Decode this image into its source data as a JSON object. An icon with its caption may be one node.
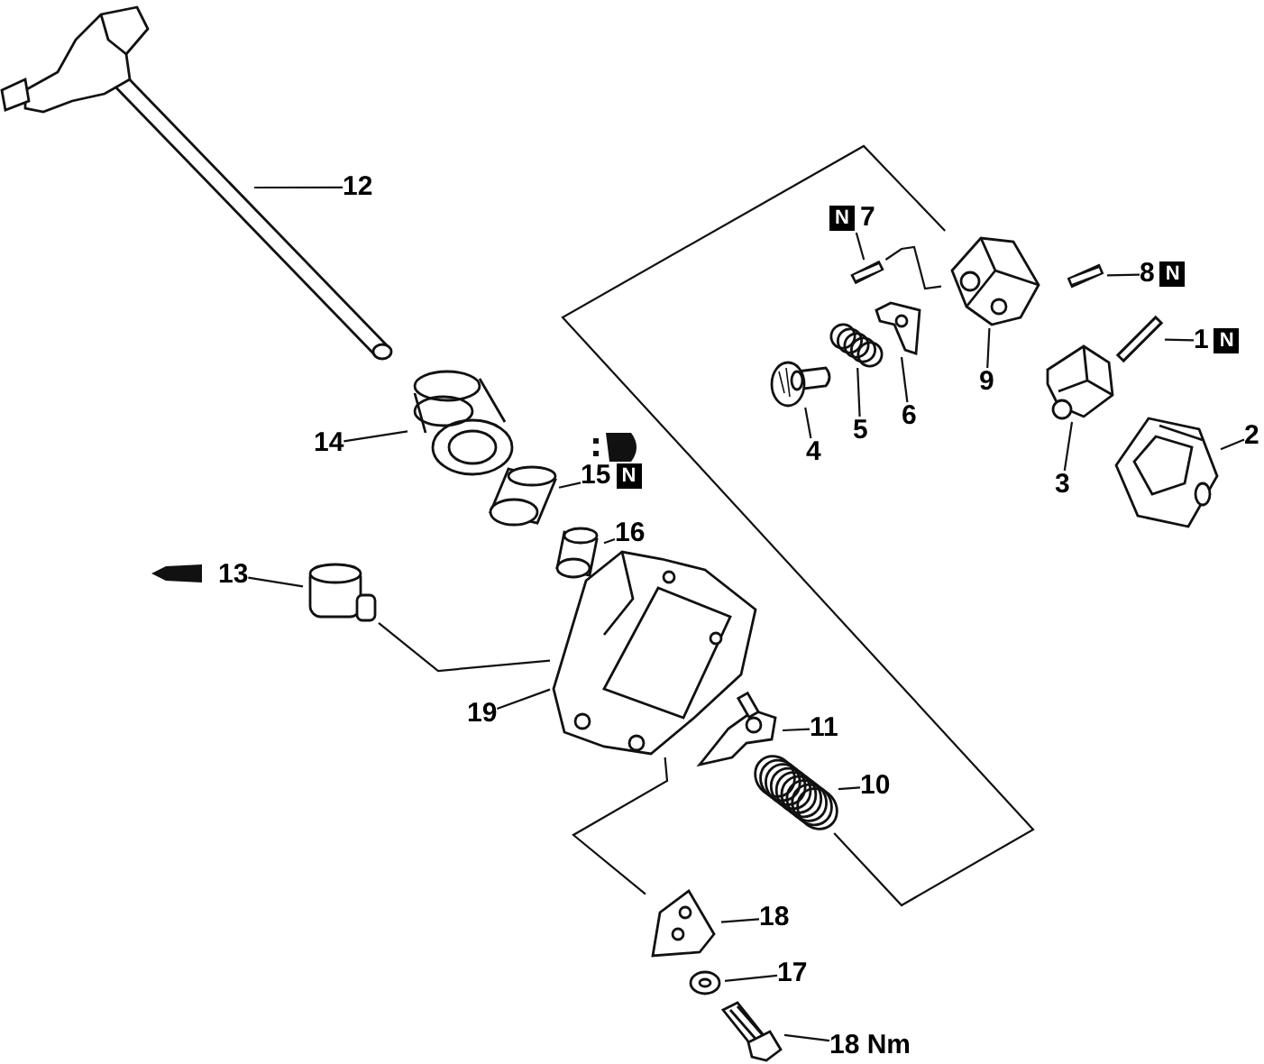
{
  "diagram": {
    "nodes": [
      {
        "text": [
          "12"
        ]
      },
      {
        "text": [
          "N",
          "7"
        ]
      },
      {
        "text": [
          "8",
          "N"
        ]
      },
      {
        "text": [
          "1",
          "N"
        ]
      },
      {
        "text": [
          "9"
        ]
      },
      {
        "text": [
          "6"
        ]
      },
      {
        "text": [
          "5"
        ]
      },
      {
        "text": [
          "4"
        ]
      },
      {
        "text": [
          "2"
        ]
      },
      {
        "text": [
          "3"
        ]
      },
      {
        "text": [
          "14"
        ]
      },
      {
        "text": [
          "15",
          "N"
        ]
      },
      {
        "text": [
          "16"
        ]
      },
      {
        "text": [
          "13"
        ]
      },
      {
        "text": [
          "19"
        ]
      },
      {
        "text": [
          "11"
        ]
      },
      {
        "text": [
          "10"
        ]
      },
      {
        "text": [
          "18"
        ]
      },
      {
        "text": [
          "17"
        ]
      },
      {
        "text": [
          "18 Nm"
        ]
      },
      {
        "text": [],
        "shape": "picture"
      },
      {
        "text": [],
        "shape": "picture"
      },
      {
        "text": [],
        "shape": "picture"
      },
      {
        "text": [],
        "shape": "picture"
      },
      {
        "text": [],
        "shape": "picture"
      },
      {
        "text": [],
        "shape": "picture"
      },
      {
        "text": [],
        "shape": "picture"
      },
      {
        "text": [],
        "shape": "picture"
      },
      {
        "text": [],
        "shape": "picture"
      },
      {
        "text": [],
        "shape": "picture"
      },
      {
        "text": [],
        "shape": "picture"
      },
      {
        "text": [],
        "shape": "picture"
      },
      {
        "text": [],
        "shape": "picture"
      },
      {
        "text": [],
        "shape": "picture"
      },
      {
        "text": [],
        "shape": "picture"
      },
      {
        "text": [],
        "shape": "picture"
      },
      {
        "text": [],
        "shape": "picture"
      },
      {
        "text": [],
        "shape": "picture"
      },
      {
        "text": [],
        "shape": "picture"
      },
      {
        "text": [],
        "shape": "picture"
      }
    ],
    "edges": [
      {
        "from": 0,
        "to": 20,
        "arrow": "none"
      },
      {
        "from": 1,
        "to": 21,
        "arrow": "none"
      },
      {
        "from": 2,
        "to": 22,
        "arrow": "none"
      },
      {
        "from": 3,
        "to": 23,
        "arrow": "none"
      },
      {
        "from": 4,
        "to": 24,
        "arrow": "none"
      },
      {
        "from": 5,
        "to": 25,
        "arrow": "none"
      },
      {
        "from": 6,
        "to": 26,
        "arrow": "none"
      },
      {
        "from": 7,
        "to": 27,
        "arrow": "none"
      },
      {
        "from": 8,
        "to": 28,
        "arrow": "none"
      },
      {
        "from": 9,
        "to": 29,
        "arrow": "none"
      },
      {
        "from": 10,
        "to": 30,
        "arrow": "none"
      },
      {
        "from": 11,
        "to": 31,
        "arrow": "none"
      },
      {
        "from": 12,
        "to": 32,
        "arrow": "none"
      },
      {
        "from": 13,
        "to": 33,
        "arrow": "none"
      },
      {
        "from": 14,
        "to": 34,
        "arrow": "none"
      },
      {
        "from": 15,
        "to": 35,
        "arrow": "none"
      },
      {
        "from": 16,
        "to": 36,
        "arrow": "none"
      },
      {
        "from": 17,
        "to": 37,
        "arrow": "none"
      },
      {
        "from": 18,
        "to": 38,
        "arrow": "none"
      },
      {
        "from": 19,
        "to": 39,
        "arrow": "none"
      },
      {
        "from": 33,
        "to": 34,
        "arrow": "none"
      },
      {
        "from": 21,
        "to": 24,
        "arrow": "none"
      },
      {
        "from": 24,
        "to": 36,
        "arrow": "none"
      },
      {
        "from": 34,
        "to": 37,
        "arrow": "none"
      }
    ]
  }
}
